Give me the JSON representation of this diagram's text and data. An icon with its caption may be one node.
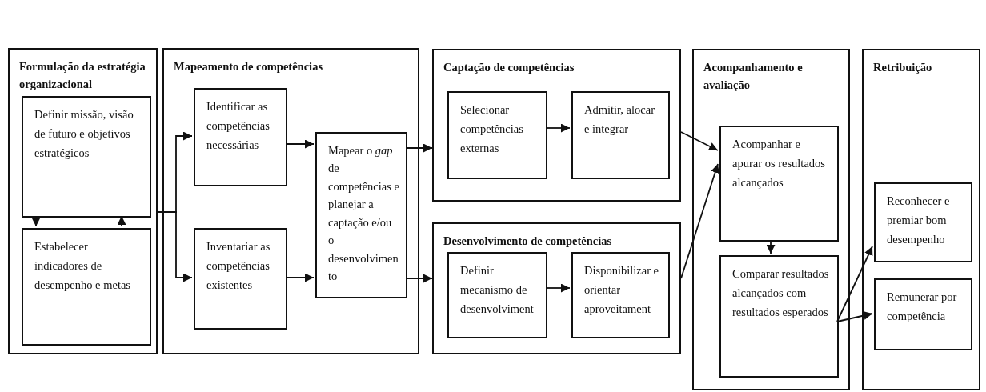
{
  "diagram": {
    "nodes": [
      {
        "text": [
          "Formulação da estratégia organizacional"
        ]
      },
      {
        "text": [
          "Definir missão, visão de futuro e objetivos estratégicos"
        ],
        "in": 0
      },
      {
        "text": [
          "Estabelecer indicadores de desempenho e metas"
        ],
        "in": 0
      },
      {
        "text": [
          "Mapeamento de competências"
        ]
      },
      {
        "text": [
          "Identificar as competências necessárias"
        ],
        "in": 3
      },
      {
        "text": [
          "Inventariar as competências existentes"
        ],
        "in": 3
      },
      {
        "text": [
          "Mapear o *gap* de competências e planejar a captação e/ou o desenvolvimento"
        ],
        "in": 3
      },
      {
        "text": [
          "Captação de competências"
        ]
      },
      {
        "text": [
          "Selecionar competências externas"
        ],
        "in": 7
      },
      {
        "text": [
          "Admitir, alocar e integrar"
        ],
        "in": 7
      },
      {
        "text": [
          "Desenvolvimento de competências"
        ]
      },
      {
        "text": [
          "Definir mecanismo de desenvolviment"
        ],
        "in": 10
      },
      {
        "text": [
          "Disponibilizar e orientar aproveitament"
        ],
        "in": 10
      },
      {
        "text": [
          "Acompanhamento e avaliação"
        ]
      },
      {
        "text": [
          "Acompanhar e apurar os resultados alcançados"
        ],
        "in": 13
      },
      {
        "text": [
          "Comparar resultados alcançados com resultados esperados"
        ],
        "in": 13
      },
      {
        "text": [
          "Retribuição"
        ]
      },
      {
        "text": [
          "Reconhecer e premiar bom desempenho"
        ],
        "in": 16
      },
      {
        "text": [
          "Remunerar por competência"
        ],
        "in": 16
      }
    ],
    "edges": [
      {
        "from": 1,
        "to": 2,
        "arrow": "to"
      },
      {
        "from": 2,
        "to": 1,
        "arrow": "to"
      },
      {
        "from": 0,
        "to": 4,
        "arrow": "to"
      },
      {
        "from": 0,
        "to": 5,
        "arrow": "to"
      },
      {
        "from": 4,
        "to": 6,
        "arrow": "to"
      },
      {
        "from": 5,
        "to": 6,
        "arrow": "to"
      },
      {
        "from": 6,
        "to": 7,
        "arrow": "to"
      },
      {
        "from": 6,
        "to": 10,
        "arrow": "to"
      },
      {
        "from": 8,
        "to": 9,
        "arrow": "to"
      },
      {
        "from": 11,
        "to": 12,
        "arrow": "to"
      },
      {
        "from": 7,
        "to": 14,
        "arrow": "to"
      },
      {
        "from": 10,
        "to": 14,
        "arrow": "to"
      },
      {
        "from": 14,
        "to": 15,
        "arrow": "to"
      },
      {
        "from": 15,
        "to": 17,
        "arrow": "to"
      },
      {
        "from": 15,
        "to": 18,
        "arrow": "to"
      }
    ]
  }
}
